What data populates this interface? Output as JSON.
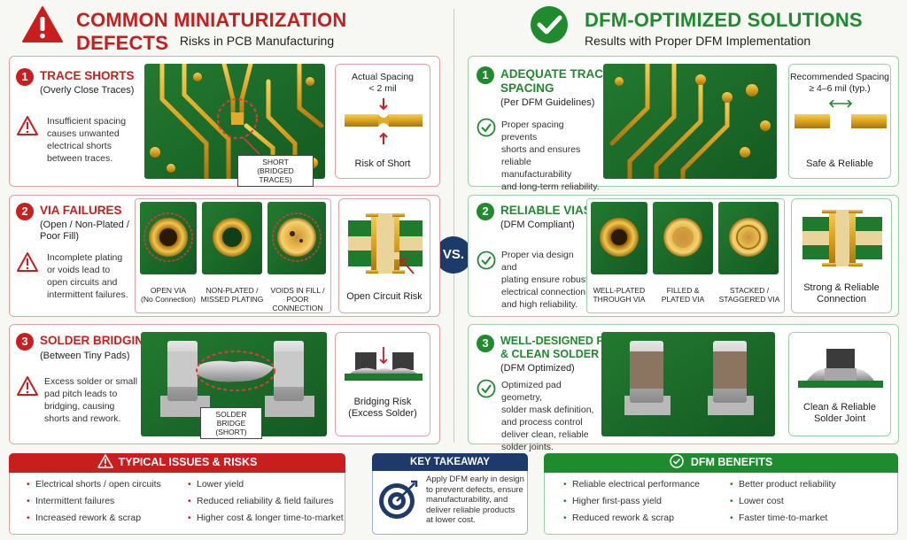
{
  "left": {
    "title": "COMMON MINIATURIZATION DEFECTS",
    "subtitle": "Risks in PCB Manufacturing",
    "sections": [
      {
        "num": "1",
        "heading": "TRACE SHORTS",
        "sub": "(Overly Close Traces)",
        "desc": [
          "Insufficient spacing",
          "causes unwanted",
          "electrical shorts",
          "between traces."
        ],
        "callout": [
          "SHORT",
          "(BRIDGED TRACES)"
        ],
        "side_top": [
          "Actual Spacing",
          "< 2 mil"
        ],
        "side_label": "Risk of Short"
      },
      {
        "num": "2",
        "heading": "VIA FAILURES",
        "sub": [
          "(Open / Non-Plated /",
          "Poor Fill)"
        ],
        "desc": [
          "Incomplete plating",
          "or voids lead to",
          "open circuits and",
          "intermittent failures."
        ],
        "captions": [
          [
            "OPEN VIA",
            "(No Connection)"
          ],
          [
            "NON-PLATED /",
            "MISSED PLATING"
          ],
          [
            "VOIDS IN FILL /",
            "POOR CONNECTION"
          ]
        ],
        "side_label": "Open Circuit Risk"
      },
      {
        "num": "3",
        "heading": "SOLDER BRIDGING",
        "sub": "(Between Tiny Pads)",
        "desc": [
          "Excess solder or small",
          "pad pitch leads to",
          "bridging, causing",
          "shorts and rework."
        ],
        "callout": [
          "SOLDER BRIDGE",
          "(SHORT)"
        ],
        "side_label": [
          "Bridging Risk",
          "(Excess Solder)"
        ]
      }
    ]
  },
  "right": {
    "title": "DFM-OPTIMIZED SOLUTIONS",
    "subtitle": "Results with Proper DFM Implementation",
    "sections": [
      {
        "num": "1",
        "heading": [
          "ADEQUATE TRACE",
          "SPACING"
        ],
        "sub": "(Per DFM Guidelines)",
        "desc": [
          "Proper spacing prevents",
          "shorts and ensures",
          "reliable manufacturability",
          "and long-term reliability."
        ],
        "side_top": [
          "Recommended Spacing",
          "≥ 4–6 mil (typ.)"
        ],
        "side_label": "Safe & Reliable"
      },
      {
        "num": "2",
        "heading": "RELIABLE VIAS",
        "sub": "(DFM Compliant)",
        "desc": [
          "Proper via design and",
          "plating ensure robust",
          "electrical connection",
          "and high reliability."
        ],
        "captions": [
          [
            "WELL-PLATED",
            "THROUGH VIA"
          ],
          [
            "FILLED &",
            "PLATED VIA"
          ],
          [
            "STACKED /",
            "STAGGERED VIA"
          ]
        ],
        "side_label": [
          "Strong & Reliable",
          "Connection"
        ]
      },
      {
        "num": "3",
        "heading": [
          "WELL-DESIGNED PADS",
          "& CLEAN SOLDER JOINTS"
        ],
        "sub": "(DFM Optimized)",
        "desc": [
          "Optimized pad geometry,",
          "solder mask definition,",
          "and process control",
          "deliver clean, reliable",
          "solder joints."
        ],
        "side_label": [
          "Clean & Reliable",
          "Solder Joint"
        ]
      }
    ]
  },
  "vs": "VS.",
  "issues": {
    "title": "TYPICAL ISSUES & RISKS",
    "col1": [
      "Electrical shorts / open circuits",
      "Intermittent failures",
      "Increased rework & scrap"
    ],
    "col2": [
      "Lower yield",
      "Reduced reliability & field failures",
      "Higher cost & longer time-to-market"
    ]
  },
  "takeaway": {
    "title": "KEY TAKEAWAY",
    "text": [
      "Apply DFM early in design",
      "to prevent defects, ensure",
      "manufacturability, and",
      "deliver reliable products",
      "at lower cost."
    ]
  },
  "benefits": {
    "title": "DFM BENEFITS",
    "col1": [
      "Reliable electrical performance",
      "Higher first-pass yield",
      "Reduced rework & scrap"
    ],
    "col2": [
      "Better product reliability",
      "Lower cost",
      "Faster time-to-market"
    ]
  },
  "colors": {
    "red": "#c81e1e",
    "green": "#1f8a2e",
    "pcb": "#1f6b2b",
    "navy": "#1d3a6b",
    "gold": "#d9a21f"
  }
}
